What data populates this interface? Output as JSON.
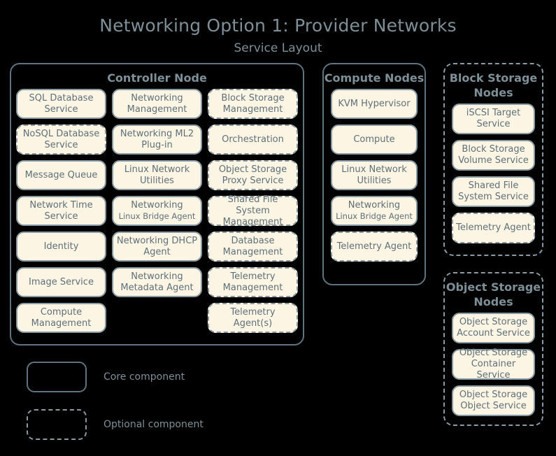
{
  "header": {
    "title": "Networking Option 1: Provider Networks",
    "subtitle": "Service Layout"
  },
  "colors": {
    "background": "#000000",
    "card_fill": "#fcf5e4",
    "card_text": "#5f7079",
    "heading_text": "#7e8f98",
    "solid_border": "#5d7480",
    "dashed_border": "#8a9aa3"
  },
  "sections": {
    "controller_node": {
      "title": "Controller Node",
      "border": "solid",
      "components": [
        {
          "label": "SQL Database Service",
          "optional": false
        },
        {
          "label": "Networking Management",
          "optional": false
        },
        {
          "label": "Block Storage Management",
          "optional": true
        },
        {
          "label": "NoSQL Database Service",
          "optional": true
        },
        {
          "label": "Networking ML2 Plug-in",
          "optional": false
        },
        {
          "label": "Orchestration",
          "optional": true
        },
        {
          "label": "Message Queue",
          "optional": false
        },
        {
          "label": "Linux Network Utilities",
          "optional": false
        },
        {
          "label": "Object Storage Proxy Service",
          "optional": true
        },
        {
          "label": "Network Time Service",
          "optional": false
        },
        {
          "label": "Networking",
          "sublabel": "Linux Bridge Agent",
          "optional": false
        },
        {
          "label": "Shared File System Management",
          "optional": true
        },
        {
          "label": "Identity",
          "optional": false
        },
        {
          "label": "Networking DHCP Agent",
          "optional": false
        },
        {
          "label": "Database Management",
          "optional": true
        },
        {
          "label": "Image Service",
          "optional": false
        },
        {
          "label": "Networking Metadata Agent",
          "optional": false
        },
        {
          "label": "Telemetry Management",
          "optional": true
        },
        {
          "label": "Compute Management",
          "optional": false
        },
        {
          "label": "",
          "empty": true
        },
        {
          "label": "Telemetry Agent(s)",
          "optional": true
        }
      ]
    },
    "compute_nodes": {
      "title": "Compute Nodes",
      "border": "solid",
      "components": [
        {
          "label": "KVM Hypervisor",
          "optional": false
        },
        {
          "label": "Compute",
          "optional": false
        },
        {
          "label": "Linux Network Utilities",
          "optional": false
        },
        {
          "label": "Networking",
          "sublabel": "Linux Bridge Agent",
          "optional": false
        },
        {
          "label": "Telemetry Agent",
          "optional": true
        }
      ]
    },
    "block_storage_nodes": {
      "title": "Block Storage Nodes",
      "border": "dashed",
      "components": [
        {
          "label": "iSCSI Target Service",
          "optional": false
        },
        {
          "label": "Block Storage Volume Service",
          "optional": false
        },
        {
          "label": "Shared File System Service",
          "optional": false
        },
        {
          "label": "Telemetry Agent",
          "optional": true
        }
      ]
    },
    "object_storage_nodes": {
      "title": "Object Storage Nodes",
      "border": "dashed",
      "components": [
        {
          "label": "Object Storage Account Service",
          "optional": false
        },
        {
          "label": "Object Storage Container Service",
          "optional": false
        },
        {
          "label": "Object Storage Object Service",
          "optional": false
        }
      ]
    }
  },
  "legend": {
    "items": [
      {
        "label": "Core component",
        "style": "solid"
      },
      {
        "label": "Optional component",
        "style": "dashed"
      }
    ]
  }
}
